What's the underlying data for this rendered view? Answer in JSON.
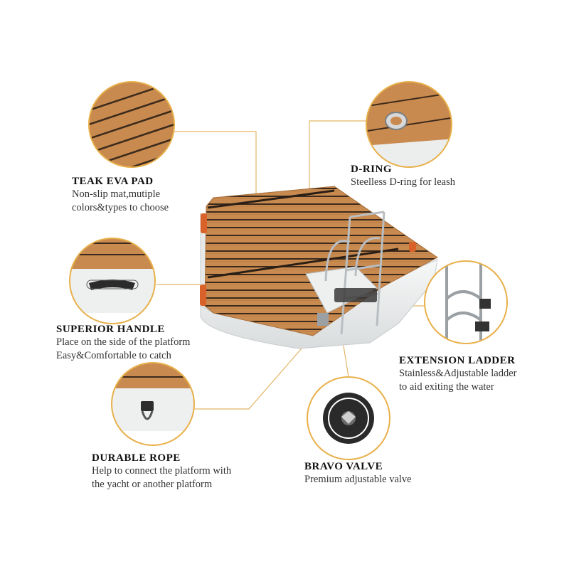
{
  "colors": {
    "teak": "#c98a4f",
    "teak_dark": "#a9703b",
    "groove": "#3a2a1c",
    "platform_white": "#eceeee",
    "callout_ring": "#e8b04a",
    "leader_line": "#e2b666",
    "steel": "#c9cdd0"
  },
  "features": [
    {
      "title": "TEAK EVA PAD",
      "desc": [
        "Non-slip mat,mutiple",
        "colors&types to choose"
      ],
      "icon": "teak-pad-closeup"
    },
    {
      "title": "D-RING",
      "desc": [
        "Steelless D-ring for leash"
      ],
      "icon": "d-ring-closeup"
    },
    {
      "title": "SUPERIOR HANDLE",
      "desc": [
        "Place on the side of the platform",
        "Easy&Comfortable to catch"
      ],
      "icon": "handle-closeup"
    },
    {
      "title": "EXTENSION LADDER",
      "desc": [
        "Stainless&Adjustable ladder",
        "to aid exiting the water"
      ],
      "icon": "ladder-closeup"
    },
    {
      "title": "DURABLE ROPE",
      "desc": [
        "Help to connect the platform with",
        "the yacht or another platform"
      ],
      "icon": "rope-closeup"
    },
    {
      "title": "BRAVO VALVE",
      "desc": [
        "Premium adjustable valve"
      ],
      "icon": "valve-closeup"
    }
  ]
}
